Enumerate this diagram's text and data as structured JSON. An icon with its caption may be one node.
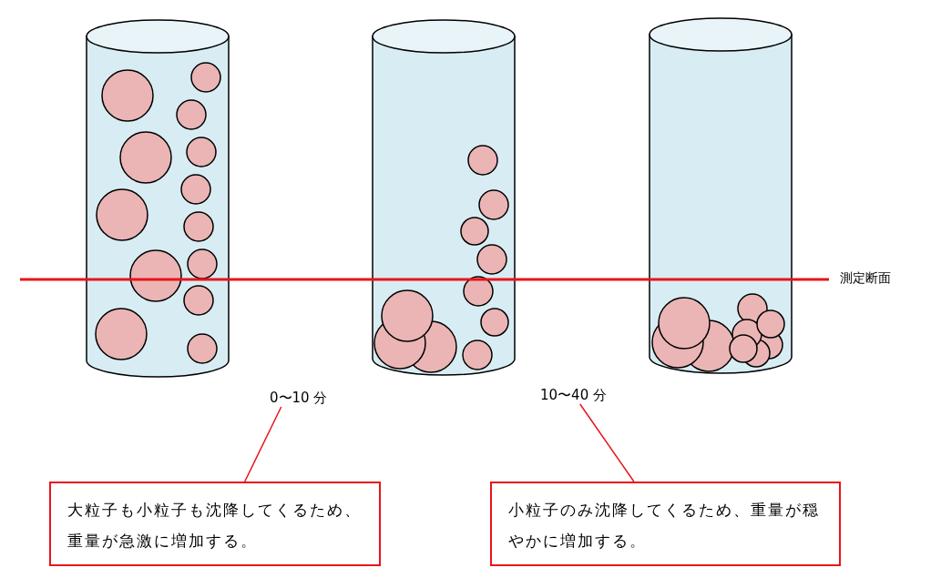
{
  "diagram": {
    "nodes": [
      {
        "text": [],
        "shape": "cylinder"
      },
      {
        "text": [],
        "shape": "cylinder"
      },
      {
        "text": [],
        "shape": "cylinder"
      },
      {
        "text": [
          "0〜10 分"
        ]
      },
      {
        "text": [
          "10〜40 分"
        ]
      },
      {
        "text": [
          "大粒子も小粒子も沈降してくるため、重量が急激に増加する。"
        ]
      },
      {
        "text": [
          "小粒子のみ沈降してくるため、重量が穏やかに増加する。"
        ]
      }
    ],
    "edges": [
      {
        "from": 3,
        "to": 5,
        "arrow": "none"
      },
      {
        "from": 4,
        "to": 6,
        "arrow": "none"
      }
    ],
    "labels": [
      "測定断面"
    ]
  }
}
